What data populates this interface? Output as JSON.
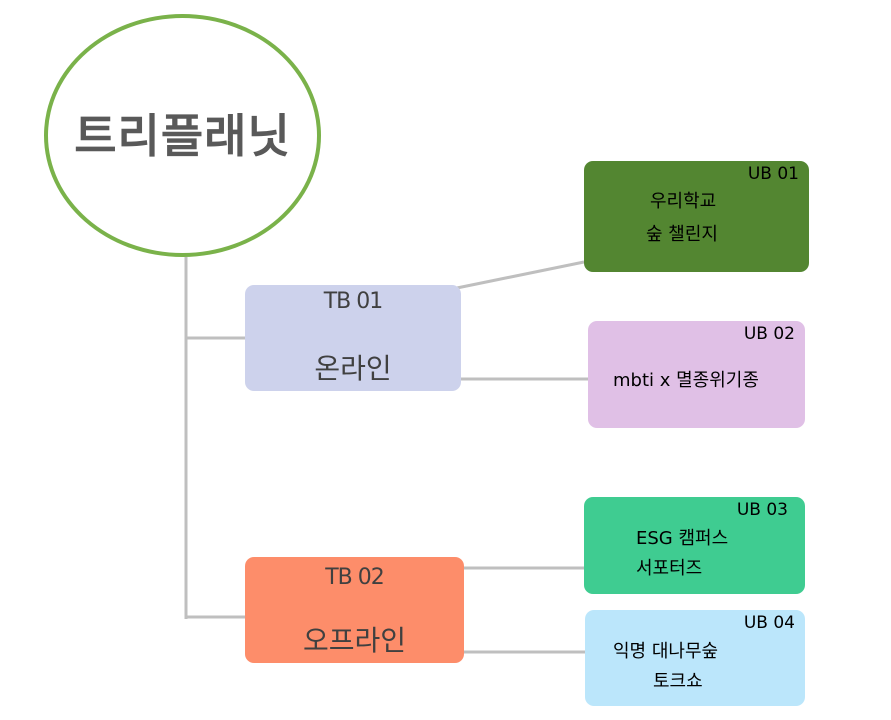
{
  "root": {
    "title": "트리플래닛",
    "border_color": "#7ab24a"
  },
  "connector_color": "#bfbfbf",
  "top_boxes": [
    {
      "code": "TB 01",
      "label": "온라인",
      "color": "#cdd2ec"
    },
    {
      "code": "TB 02",
      "label": "오프라인",
      "color": "#fd8d6a"
    }
  ],
  "under_boxes": [
    {
      "code": "UB 01",
      "lines": [
        "우리학교",
        "숲 챌린지"
      ],
      "color": "#538631"
    },
    {
      "code": "UB 02",
      "lines": [
        "mbti x 멸종위기종"
      ],
      "color": "#e0c0e6"
    },
    {
      "code": "UB 03",
      "lines": [
        "ESG 캠퍼스",
        "서포터즈"
      ],
      "color": "#3fcc91"
    },
    {
      "code": "UB 04",
      "lines": [
        "익명 대나무숲",
        "토크쇼"
      ],
      "color": "#bbe6fb"
    }
  ]
}
